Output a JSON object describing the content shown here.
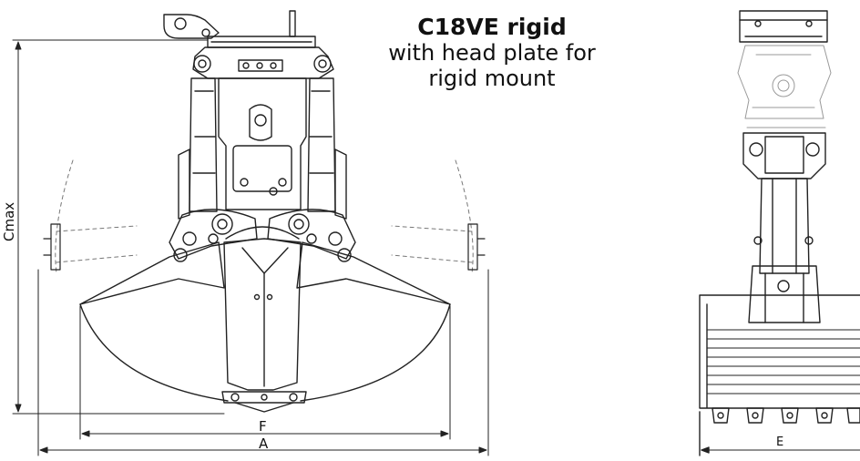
{
  "title": {
    "line1": "C18VE rigid",
    "line2": "with head plate for",
    "line3": "rigid mount"
  },
  "dimensions": {
    "cmax": "Cmax",
    "f": "F",
    "a": "A",
    "e": "E"
  },
  "colors": {
    "line": "#222222",
    "light_line": "#9a9a9a",
    "background": "#ffffff"
  }
}
